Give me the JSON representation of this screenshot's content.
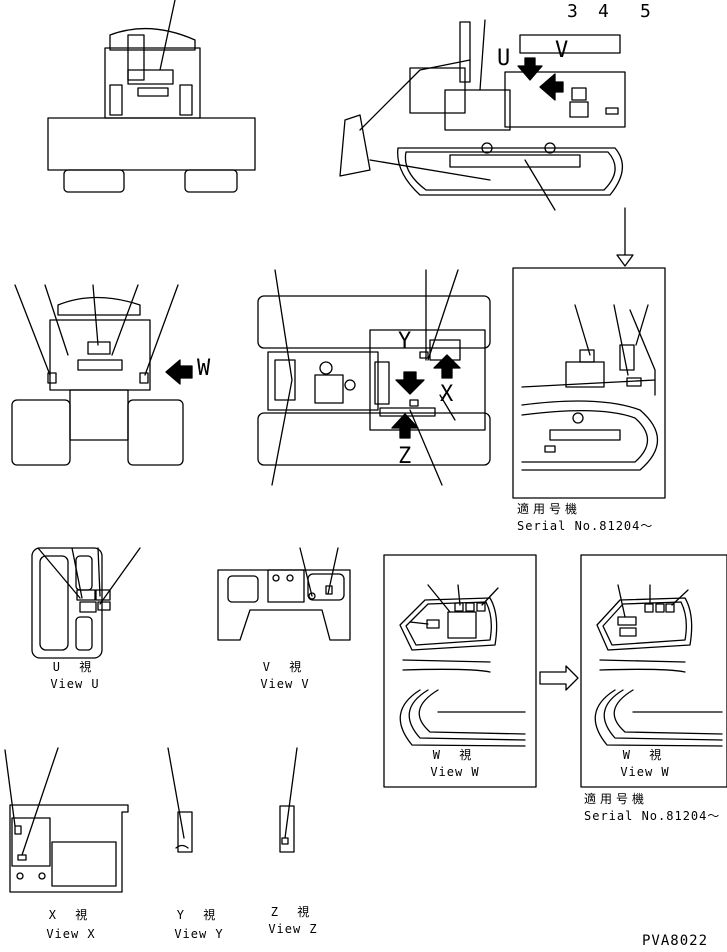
{
  "callouts": [
    "3",
    "4",
    "5"
  ],
  "view_letters": {
    "u": "U",
    "v": "V",
    "w": "W",
    "x": "X",
    "y": "Y",
    "z": "Z"
  },
  "serial_note_top": {
    "applicable": "適用号機",
    "serial": "Serial No.81204～"
  },
  "serial_note_bottom": {
    "applicable": "適用号機",
    "serial": "Serial No.81204～"
  },
  "captions": {
    "u": {
      "jp": "U 視",
      "en": "View U"
    },
    "v": {
      "jp": "V 視",
      "en": "View V"
    },
    "w": {
      "jp": "W 視",
      "en": "View W"
    },
    "w2": {
      "jp": "W 視",
      "en": "View W"
    },
    "x": {
      "jp": "X 視",
      "en": "View X"
    },
    "y": {
      "jp": "Y 視",
      "en": "View Y"
    },
    "z": {
      "jp": "Z 視",
      "en": "View Z"
    }
  },
  "drawing_code": "PVA8022"
}
